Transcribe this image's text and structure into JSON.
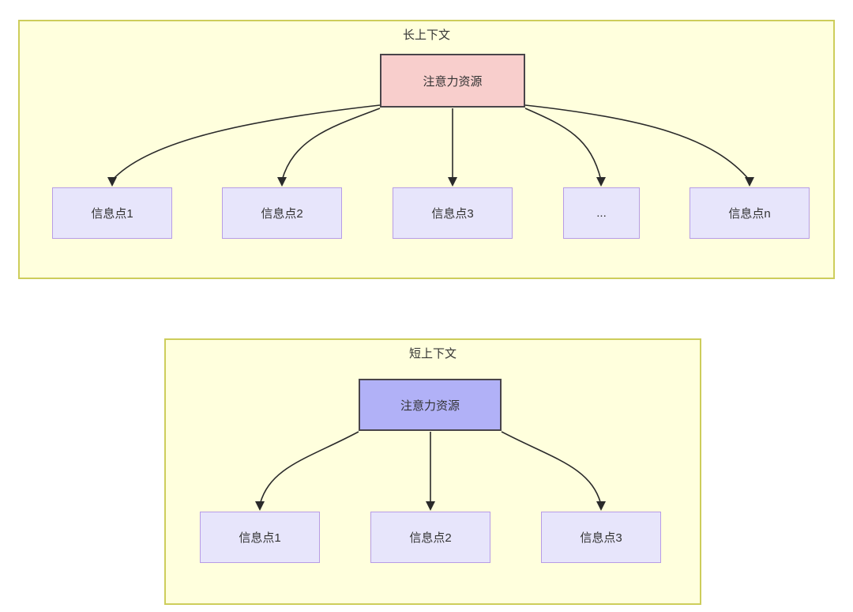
{
  "diagram": {
    "type": "flowchart",
    "panels": [
      {
        "id": "long-context",
        "title": "长上下文",
        "root": {
          "label": "注意力资源",
          "fill": "#f8cecc",
          "stroke": "#49454a"
        },
        "children": [
          {
            "label": "信息点1"
          },
          {
            "label": "信息点2"
          },
          {
            "label": "信息点3"
          },
          {
            "label": "..."
          },
          {
            "label": "信息点n"
          }
        ],
        "child_fill": "#e7e5fb",
        "child_stroke": "#b79ce6",
        "panel_fill": "#ffffdd",
        "panel_stroke": "#cdcd5b"
      },
      {
        "id": "short-context",
        "title": "短上下文",
        "root": {
          "label": "注意力资源",
          "fill": "#b1b1f7",
          "stroke": "#49454a"
        },
        "children": [
          {
            "label": "信息点1"
          },
          {
            "label": "信息点2"
          },
          {
            "label": "信息点3"
          }
        ],
        "child_fill": "#e7e5fb",
        "child_stroke": "#b79ce6",
        "panel_fill": "#ffffdd",
        "panel_stroke": "#cdcd5b"
      }
    ],
    "edge_color": "#2a2a2a",
    "background": "#ffffff"
  }
}
